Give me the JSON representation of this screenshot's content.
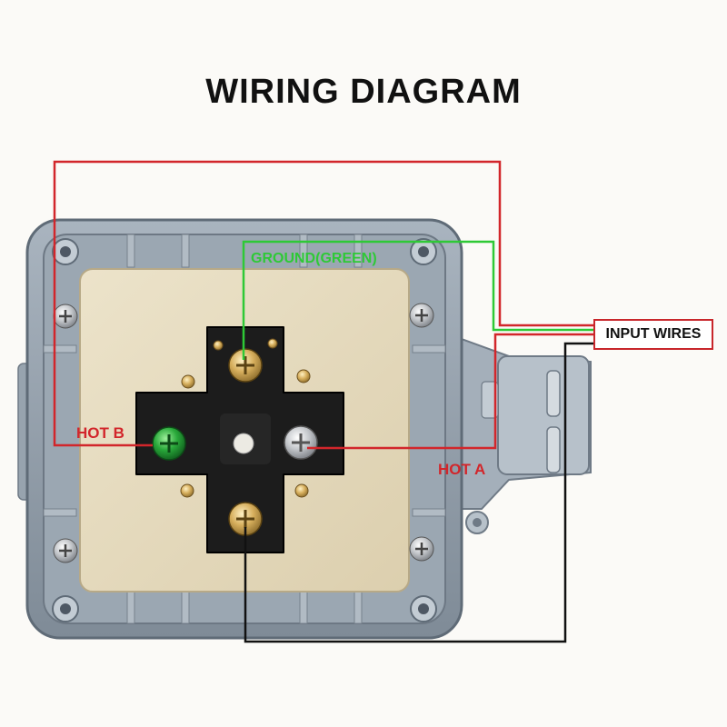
{
  "title": "WIRING DIAGRAM",
  "labels": {
    "ground": "GROUND(GREEN)",
    "hot_b": "HOT B",
    "hot_a": "HOT A",
    "input_wires": "INPUT WIRES"
  },
  "colors": {
    "hot_wire": "#d2262b",
    "ground_wire": "#2ec936",
    "neutral_wire": "#111111",
    "enclosure": "#8e9aa6",
    "plate": "#e7dcc0",
    "socket_body": "#1e1e1e"
  }
}
